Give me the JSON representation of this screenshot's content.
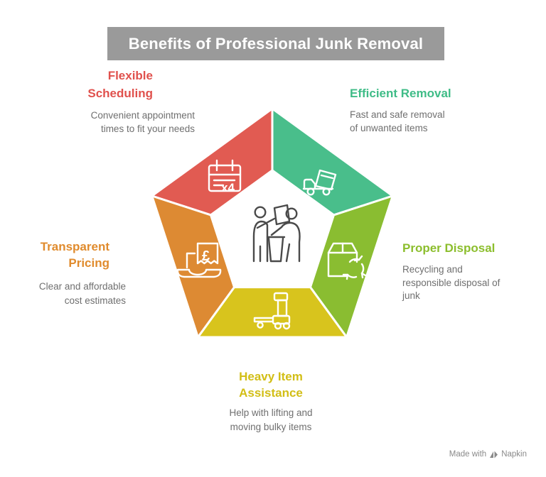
{
  "title": "Benefits of Professional Junk Removal",
  "watermark": {
    "prefix": "Made with",
    "brand": "Napkin",
    "icon": "napkin-logo-icon",
    "color": "#8A8A8A"
  },
  "colors": {
    "title_bg": "#9A9A9A",
    "title_text": "#FFFFFF",
    "description_text": "#6F6F6F",
    "center_icon": "#4A4A4A",
    "divider": "#FFFFFF"
  },
  "pentagon": {
    "center_icon": "people-exchange-icon",
    "segments": [
      {
        "id": "flexible-scheduling",
        "label": "Flexible\nScheduling",
        "label_color": "#E0514D",
        "description": "Convenient appointment\ntimes to fit your needs",
        "fill": "#E15B52",
        "icon": "calendar-icon",
        "icon_badge": "x4",
        "position": "top-left"
      },
      {
        "id": "efficient-removal",
        "label": "Efficient Removal",
        "label_color": "#3FBC87",
        "description": "Fast and safe removal\nof unwanted items",
        "fill": "#49BE8B",
        "icon": "dump-truck-icon",
        "position": "top-right"
      },
      {
        "id": "proper-disposal",
        "label": "Proper Disposal",
        "label_color": "#8CBE2D",
        "description": "Recycling and\nresponsible disposal of\njunk",
        "fill": "#8ABD31",
        "icon": "recycle-box-icon",
        "position": "right"
      },
      {
        "id": "heavy-item-assistance",
        "label": "Heavy Item\nAssistance",
        "label_color": "#D2BE16",
        "description": "Help with lifting and\nmoving bulky items",
        "fill": "#D8C41D",
        "icon": "pallet-jack-icon",
        "position": "bottom"
      },
      {
        "id": "transparent-pricing",
        "label": "Transparent\nPricing",
        "label_color": "#E08B2D",
        "description": "Clear and affordable\ncost estimates",
        "fill": "#DD8A33",
        "icon": "receipt-pound-icon",
        "icon_badge": "£",
        "position": "left"
      }
    ]
  }
}
